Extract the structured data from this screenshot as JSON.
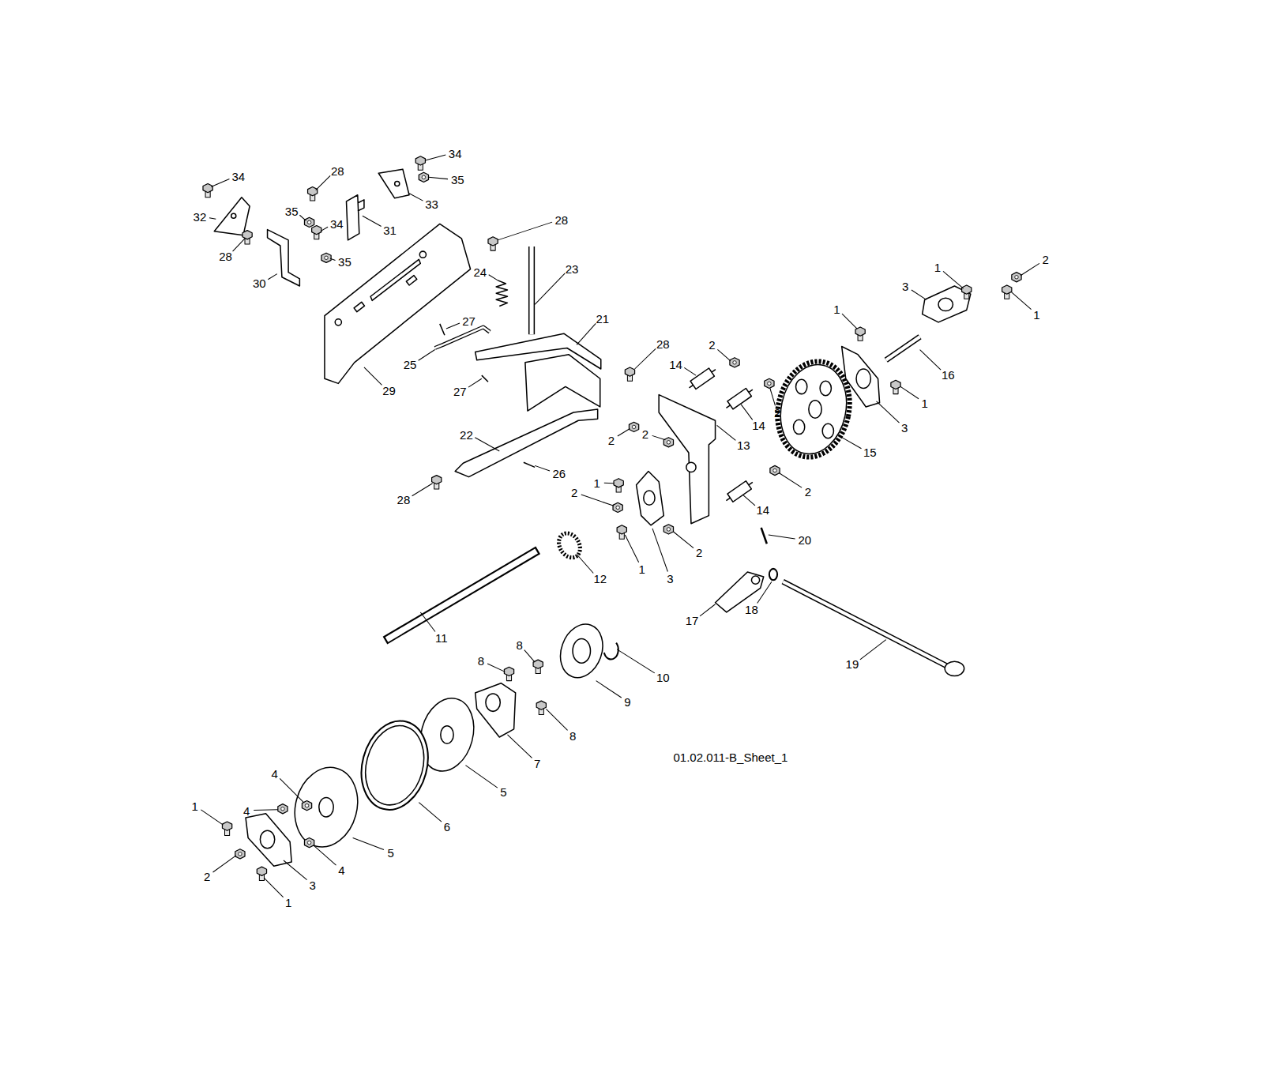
{
  "diagram": {
    "labels": [
      "34",
      "28",
      "34",
      "35",
      "33",
      "32",
      "35",
      "34",
      "31",
      "28",
      "28",
      "35",
      "30",
      "24",
      "23",
      "1",
      "2",
      "3",
      "1",
      "1",
      "21",
      "27",
      "28",
      "2",
      "14",
      "25",
      "16",
      "1",
      "29",
      "27",
      "2",
      "3",
      "14",
      "13",
      "2",
      "2",
      "22",
      "15",
      "26",
      "28",
      "1",
      "2",
      "2",
      "14",
      "20",
      "12",
      "1",
      "3",
      "2",
      "17",
      "18",
      "19",
      "11",
      "8",
      "8",
      "10",
      "9",
      "8",
      "7",
      "5",
      "6",
      "5",
      "4",
      "4",
      "4",
      "1",
      "2",
      "3",
      "1",
      "01.02.011-B_Sheet_1"
    ]
  }
}
